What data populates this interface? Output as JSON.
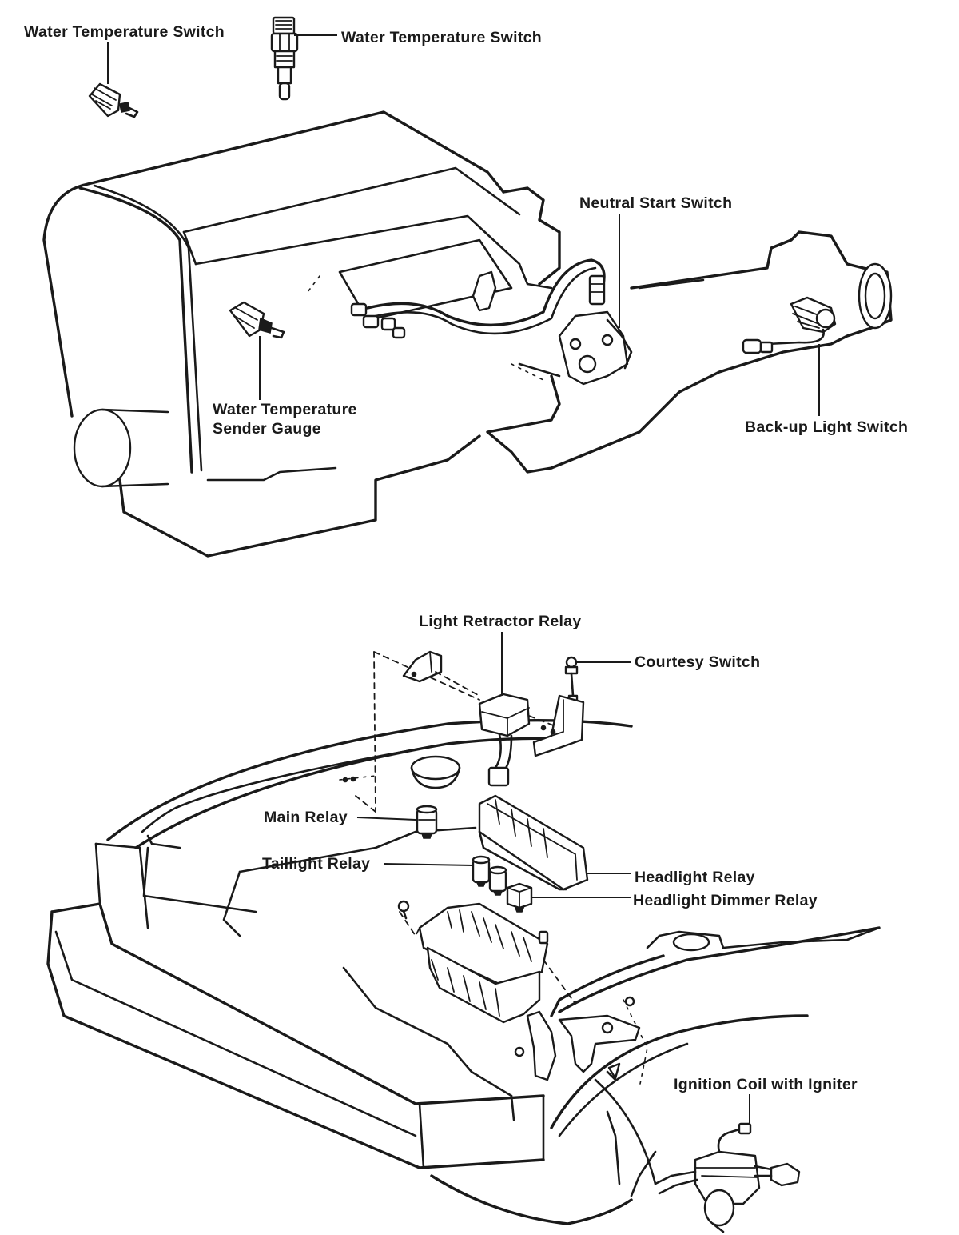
{
  "labels": {
    "water_temp_switch_1": "Water Temperature Switch",
    "water_temp_switch_2": "Water Temperature Switch",
    "neutral_start_switch": "Neutral Start Switch",
    "water_temp_sender_line1": "Water Temperature",
    "water_temp_sender_line2": "Sender Gauge",
    "backup_light_switch": "Back-up Light Switch",
    "light_retractor_relay": "Light Retractor Relay",
    "courtesy_switch": "Courtesy Switch",
    "main_relay": "Main Relay",
    "taillight_relay": "Taillight Relay",
    "headlight_relay": "Headlight Relay",
    "headlight_dimmer_relay": "Headlight Dimmer Relay",
    "ignition_coil": "Ignition Coil with Igniter"
  },
  "colors": {
    "ink": "#1a1a1a",
    "paper": "#ffffff"
  }
}
